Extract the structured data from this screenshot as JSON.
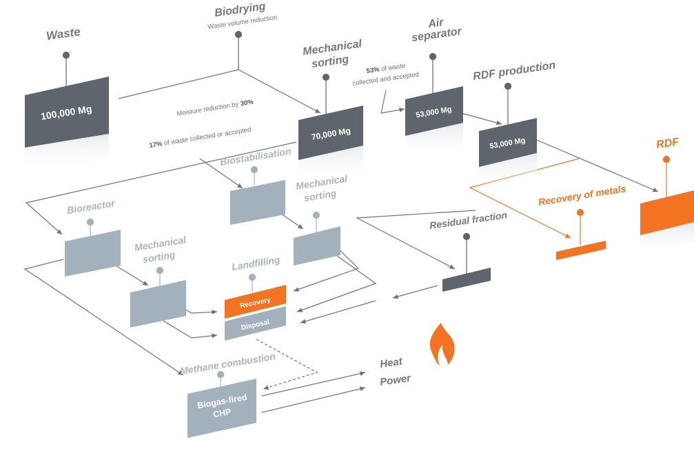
{
  "colors": {
    "dark": "#5e656c",
    "light": "#a3b1bd",
    "orange": "#f27321",
    "line": "#6b737a",
    "label": "#71787f",
    "label_light": "#a9b4be"
  },
  "waste": {
    "label": "Waste",
    "value": "100,000 Mg"
  },
  "biodrying": {
    "label": "Biodrying",
    "sublabel": "Waste volume reduction"
  },
  "moisture": {
    "prefix": "Moisture reduction by ",
    "value": "30%"
  },
  "collected_17": {
    "value": "17%",
    "suffix": " of waste collected or accepted"
  },
  "mechanical_sorting_main": {
    "label_line1": "Mechanical",
    "label_line2": "sorting",
    "value": "70,000 Mg"
  },
  "collected_53": {
    "value": "53%",
    "suffix": " of waste",
    "line2": "collected and accepted"
  },
  "air_separator": {
    "label_line1": "Air",
    "label_line2": "separator",
    "value": "53,000 Mg"
  },
  "rdf_production": {
    "label": "RDF production",
    "value": "53,000 Mg"
  },
  "rdf": {
    "label": "RDF"
  },
  "recovery_metals": {
    "label": "Recovery of metals"
  },
  "residual": {
    "label": "Residual fraction"
  },
  "biostabilisation": {
    "label": "Biostabilisation"
  },
  "mechanical_sorting_b": {
    "label_line1": "Mechanical",
    "label_line2": "sorting"
  },
  "bioreactor": {
    "label": "Bioreactor"
  },
  "mechanical_sorting_c": {
    "label_line1": "Mechanical",
    "label_line2": "sorting"
  },
  "landfilling": {
    "label": "Landfilling",
    "recovery": "Recovery",
    "disposal": "Disposal"
  },
  "methane": {
    "label": "Methane combustion",
    "box_line1": "Biogas-fired",
    "box_line2": "CHP"
  },
  "outputs": {
    "heat": "Heat",
    "power": "Power"
  },
  "icons": {
    "flame": "flame-icon",
    "pin": "pin-icon"
  }
}
